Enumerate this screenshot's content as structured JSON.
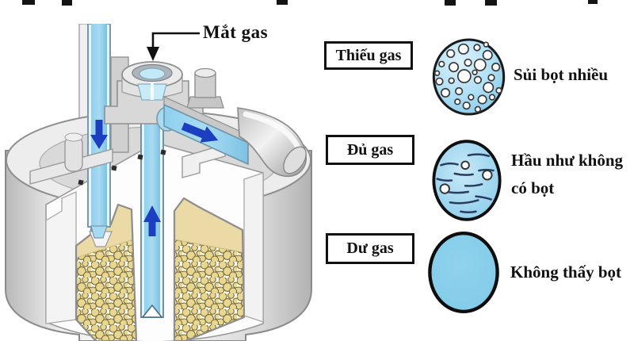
{
  "diagram": {
    "sight_glass_label": "Mắt gas"
  },
  "legend": {
    "rows": [
      {
        "state": "Thiếu gas",
        "description_lines": [
          "Sủi bọt nhiều"
        ],
        "glass": "many-bubbles"
      },
      {
        "state": "Đủ gas",
        "description_lines": [
          "Hầu như không",
          "có bọt"
        ],
        "glass": "almost-no-bubbles"
      },
      {
        "state": "Dư gas",
        "description_lines": [
          "Không thấy bọt"
        ],
        "glass": "no-bubbles"
      }
    ]
  },
  "colors": {
    "liquid_blue": "#a8dbf2",
    "liquid_blue_light": "#d9eefb",
    "arrow_blue": "#1c3fc2",
    "glass_light_blue": "#aedff4",
    "glass_mid_blue": "#9bd4ee",
    "glass_solid_blue": "#7fc9e8",
    "bead_fill": "#e8d792",
    "bead_outline": "#7c6b33",
    "tan_band": "#ecdaa6",
    "line_black": "#111111"
  }
}
